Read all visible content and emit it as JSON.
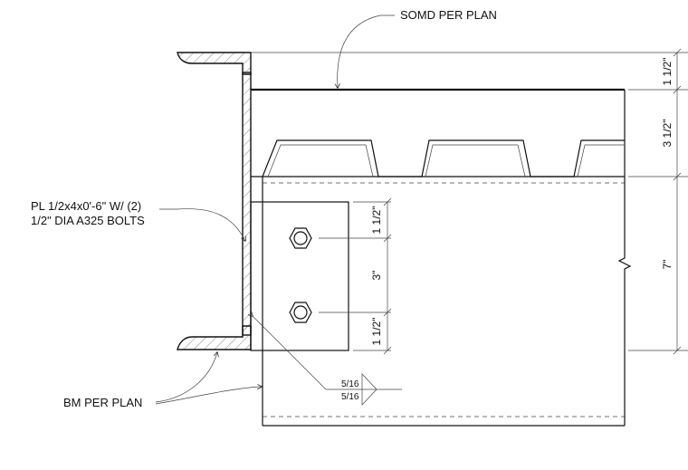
{
  "labels": {
    "somd": "SOMD PER PLAN",
    "plate_line1": "PL 1/2x4x0'-6\" W/ (2)",
    "plate_line2": "1/2\" DIA A325 BOLTS",
    "beam": "BM PER PLAN",
    "weld_top": "5/16",
    "weld_bottom": "5/16"
  },
  "dimensions": {
    "slab_top": "1 1/2\"",
    "deck_depth": "3 1/2\"",
    "beam_depth": "7\"",
    "bolt_edge_top": "1 1/2\"",
    "bolt_spacing": "3\"",
    "bolt_edge_bottom": "1 1/2\""
  }
}
